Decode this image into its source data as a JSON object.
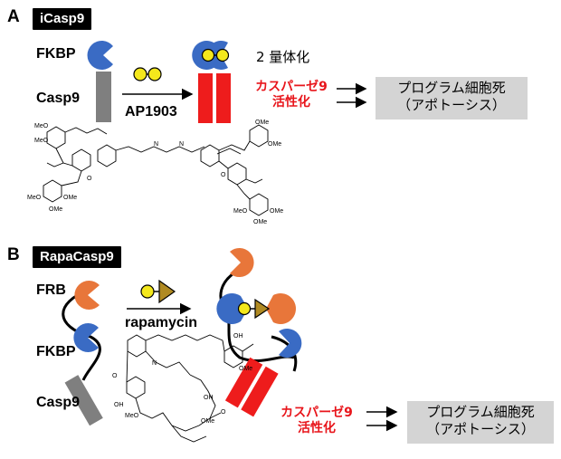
{
  "panel_a": {
    "letter": "A",
    "tag": "iCasp9",
    "fkbp_label": "FKBP",
    "casp9_label": "Casp9",
    "drug_label": "AP1903",
    "dimerization_label": "2 量体化",
    "activation_line1": "カスパーゼ9",
    "activation_line2": "活性化",
    "outcome_line1": "プログラム細胞死",
    "outcome_line2": "（アポトーシス）",
    "chem_labels": [
      "MeO",
      "MeO",
      "OMe",
      "OMe",
      "N",
      "N",
      "O",
      "O",
      "MeO",
      "OMe",
      "OMe",
      "MeO",
      "OMe",
      "OMe"
    ]
  },
  "panel_b": {
    "letter": "B",
    "tag": "RapaCasp9",
    "frb_label": "FRB",
    "fkbp_label": "FKBP",
    "casp9_label": "Casp9",
    "drug_label": "rapamycin",
    "activation_line1": "カスパーゼ9",
    "activation_line2": "活性化",
    "outcome_line1": "プログラム細胞死",
    "outcome_line2": "（アポトーシス）",
    "chem_labels": [
      "OH",
      "N",
      "O",
      "OH",
      "MeO",
      "OH",
      "O",
      "OMe",
      "OMe"
    ]
  },
  "colors": {
    "fkbp_blue": "#3a6bc4",
    "frb_orange": "#e8763a",
    "casp9_gray": "#7f7f7f",
    "casp9_red": "#ee1c1c",
    "ligand_yellow": "#f4e81c",
    "rapamycin_triangle": "#b08a22",
    "label_red": "#e8151b",
    "outcome_box": "#d4d4d4"
  }
}
